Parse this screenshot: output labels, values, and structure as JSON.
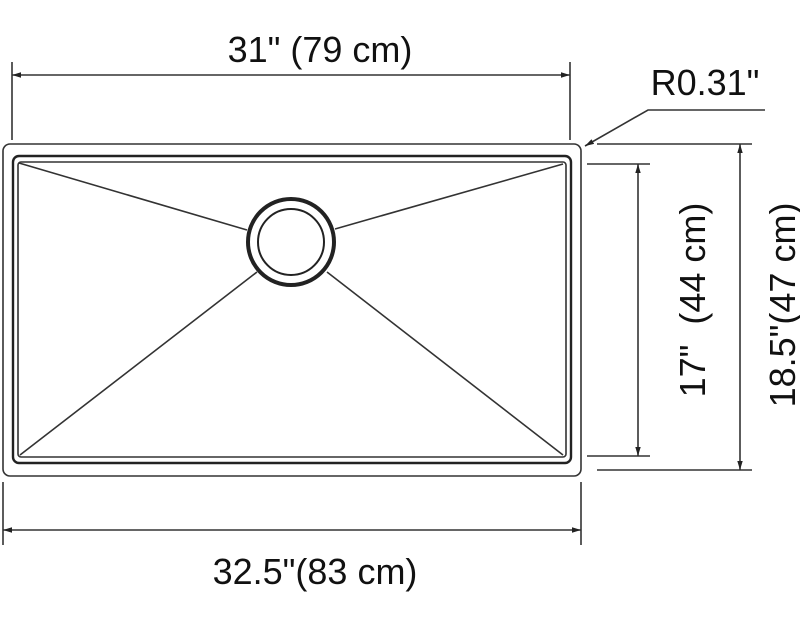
{
  "dimensions": {
    "top_width": "31\" (79 cm)",
    "bottom_width": "32.5\"(83 cm)",
    "inner_depth": "17\"  (44 cm)",
    "outer_depth": "18.5\"(47 cm)",
    "corner_radius": "R0.31\""
  },
  "line_color": "#333333"
}
